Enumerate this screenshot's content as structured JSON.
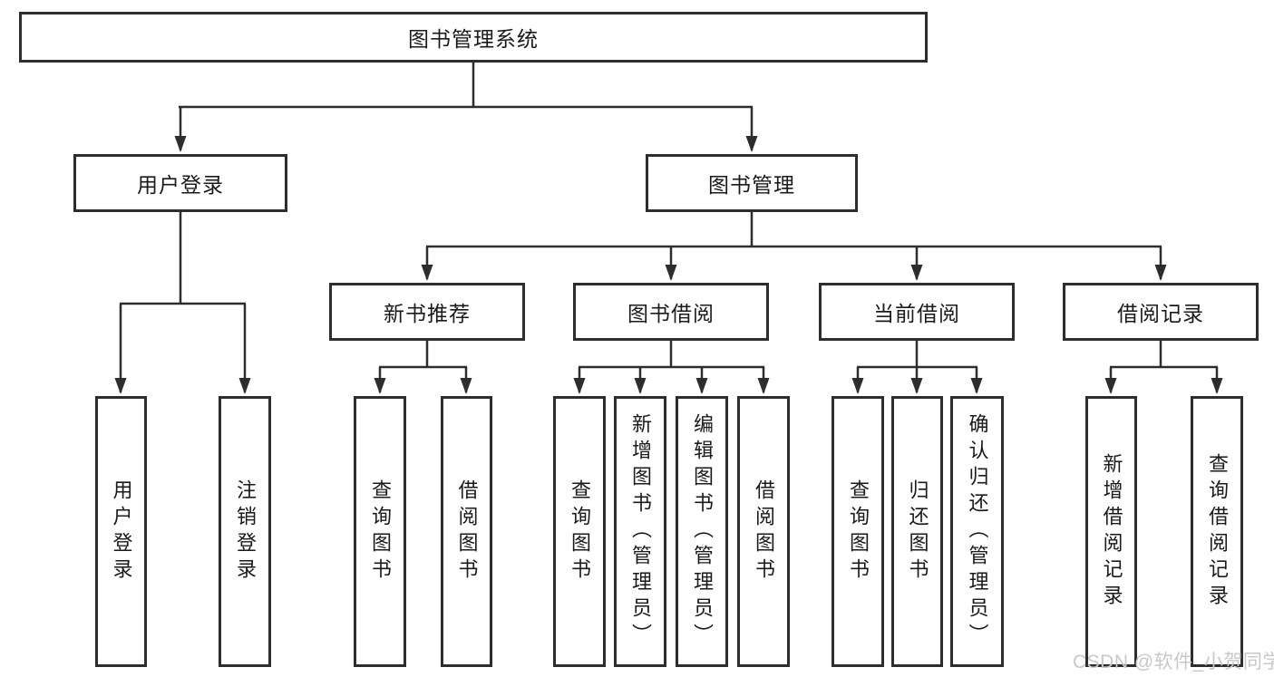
{
  "diagram": {
    "root": {
      "label": "图书管理系统"
    },
    "branches": [
      {
        "label": "用户登录",
        "children": [
          {
            "label": "用户登录"
          },
          {
            "label": "注销登录"
          }
        ]
      },
      {
        "label": "图书管理",
        "children": [
          {
            "label": "新书推荐",
            "children": [
              {
                "label": "查询图书"
              },
              {
                "label": "借阅图书"
              }
            ]
          },
          {
            "label": "图书借阅",
            "children": [
              {
                "label": "查询图书"
              },
              {
                "label": "新增图书（管理员）"
              },
              {
                "label": "编辑图书（管理员）"
              },
              {
                "label": "借阅图书"
              }
            ]
          },
          {
            "label": "当前借阅",
            "children": [
              {
                "label": "查询图书"
              },
              {
                "label": "归还图书"
              },
              {
                "label": "确认归还（管理员）"
              }
            ]
          },
          {
            "label": "借阅记录",
            "children": [
              {
                "label": "新增借阅记录"
              },
              {
                "label": "查询借阅记录"
              }
            ]
          }
        ]
      }
    ]
  },
  "watermark": {
    "text": "CSDN @软件_小贺同学"
  },
  "colors": {
    "line": "#2d2d2d",
    "box_border": "#2d2d2d",
    "box_fill": "#ffffff",
    "text": "#1a1a1a",
    "watermark": "#c8c8c8",
    "background": "#ffffff"
  }
}
